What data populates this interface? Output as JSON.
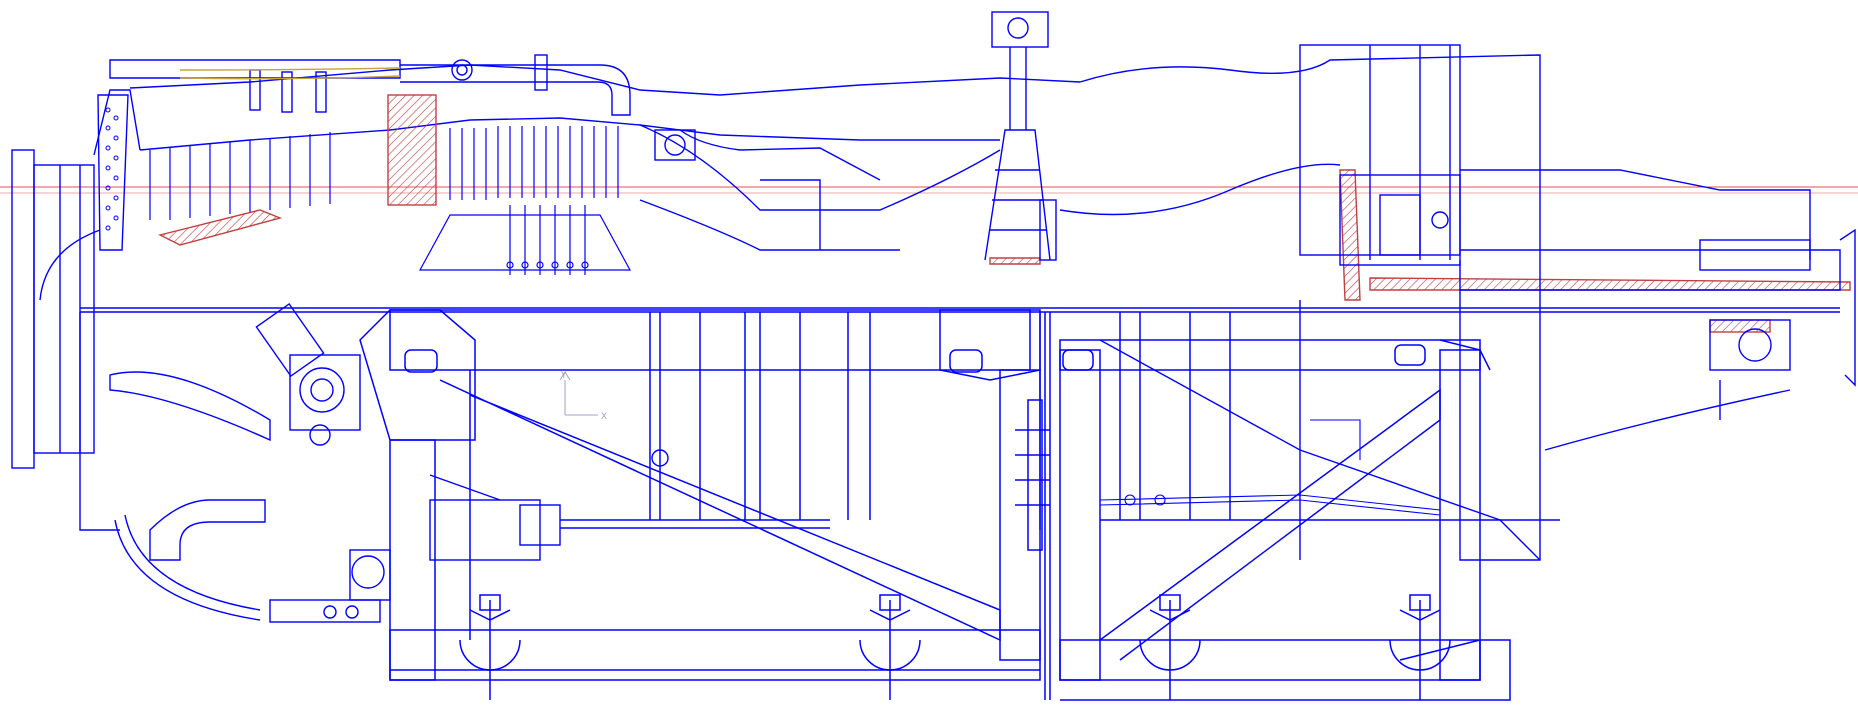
{
  "drawing": {
    "background": "#ffffff",
    "line_color": "#0000ff",
    "hatch_color": "#c04040",
    "axis_color": "#e05050",
    "aux_color": "#c8a040",
    "subject": "gas-turbine-engine-on-transport-stand"
  },
  "ucs_icon": {
    "x_label": "X",
    "y_label": "Y",
    "color": "#a0a0c8"
  }
}
